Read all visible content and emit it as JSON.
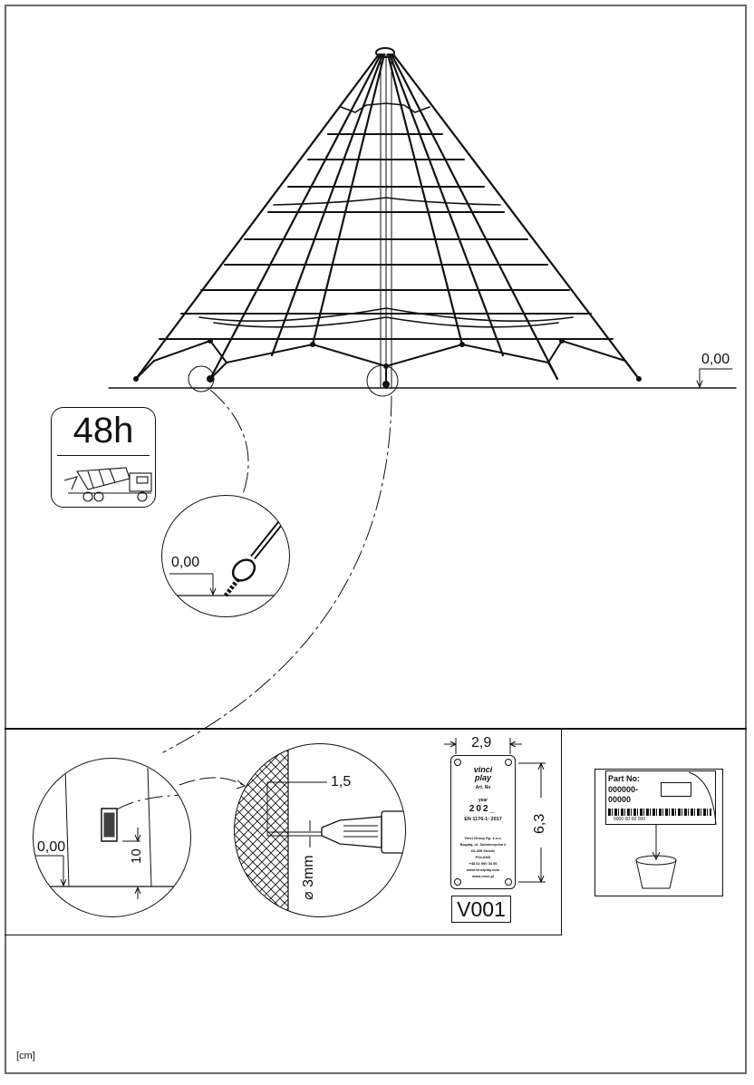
{
  "document": {
    "type": "assembly-instruction-sheet",
    "unit_label": "[cm]"
  },
  "overview": {
    "ground_level_label": "0,00",
    "subject": "rope-net-pyramid"
  },
  "curing_badge": {
    "duration": "48h",
    "icon": "concrete-mixer-truck-icon"
  },
  "anchor_detail": {
    "ground_level_label": "0,00"
  },
  "plate_placement": {
    "ground_level_label": "0,00",
    "height_above_ground": "10"
  },
  "drilling_detail": {
    "depth": "1,5",
    "drill_diameter": "⌀ 3mm"
  },
  "id_plate": {
    "width_dim": "2,9",
    "height_dim": "6,3",
    "brand_line1": "vinci",
    "brand_line2": "play",
    "art_no_label": "Art. No",
    "year_label": "year",
    "year_value": "202_",
    "standard": "EN 1176-1: 2017",
    "company_lines": [
      "Vinci Group Sp. z o.o.",
      "Bogdaj, ul. Sulmierzycka 2",
      "63-435 Sośnie",
      "POLAND",
      "+48 62 500 34 50",
      "www.vinciplay.com",
      "www.vinci.pl"
    ],
    "code": "V001"
  },
  "part_label": {
    "title": "Part No:",
    "number_line1": "000000-",
    "number_line2": "00000",
    "barcode_text": "0000 00-00 000",
    "disposal_icon": "waste-bin-icon"
  }
}
